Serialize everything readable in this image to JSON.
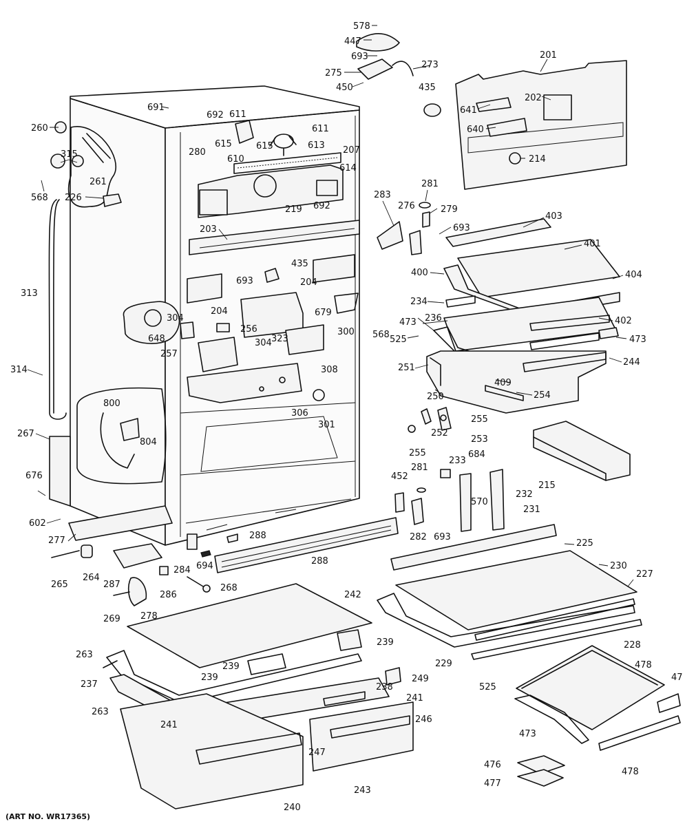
{
  "art_number": "(ART NO. WR17365)",
  "labels": {
    "l578": "578",
    "l447": "447",
    "l693a": "693",
    "l273": "273",
    "l275": "275",
    "l450": "450",
    "l435a": "435",
    "l201": "201",
    "l202": "202",
    "l641": "641",
    "l640": "640",
    "l214": "214",
    "l691": "691",
    "l692a": "692",
    "l611a": "611",
    "l611b": "611",
    "l260": "260",
    "l615a": "615",
    "l615b": "615",
    "l613": "613",
    "l207": "207",
    "l315": "315",
    "l280": "280",
    "l610": "610",
    "l614": "614",
    "l261": "261",
    "l568a": "568",
    "l226": "226",
    "l692b": "692",
    "l281a": "281",
    "l283": "283",
    "l276": "276",
    "l279": "279",
    "l219": "219",
    "l693b": "693",
    "l403": "403",
    "l203": "203",
    "l401": "401",
    "l435b": "435",
    "l400": "400",
    "l404": "404",
    "l204a": "204",
    "l693c": "693",
    "l313": "313",
    "l204b": "204",
    "l234": "234",
    "l679": "679",
    "l402": "402",
    "l304a": "304",
    "l236": "236",
    "l473a": "473",
    "l323": "323",
    "l300": "300",
    "l568b": "568",
    "l256": "256",
    "l525a": "525",
    "l473b": "473",
    "l648": "648",
    "l304b": "304",
    "l257": "257",
    "l308": "308",
    "l244": "244",
    "l314": "314",
    "l251": "251",
    "l409": "409",
    "l250": "250",
    "l254": "254",
    "l306": "306",
    "l800": "800",
    "l301": "301",
    "l255a": "255",
    "l252": "252",
    "l253": "253",
    "l267": "267",
    "l804": "804",
    "l255b": "255",
    "l233": "233",
    "l684": "684",
    "l215": "215",
    "l281b": "281",
    "l676": "676",
    "l452": "452",
    "l570": "570",
    "l232": "232",
    "l231": "231",
    "l602": "602",
    "l282": "282",
    "l693d": "693",
    "l277": "277",
    "l288a": "288",
    "l225": "225",
    "l230": "230",
    "l264": "264",
    "l694": "694",
    "l284": "284",
    "l288b": "288",
    "l227": "227",
    "l265": "265",
    "l287": "287",
    "l286": "286",
    "l268": "268",
    "l242": "242",
    "l269": "269",
    "l278": "278",
    "l239a": "239",
    "l228": "228",
    "l229": "229",
    "l263a": "263",
    "l239b": "239",
    "l239c": "239",
    "l478a": "478",
    "l249": "249",
    "l47": "47",
    "l237": "237",
    "l238": "238",
    "l263b": "263",
    "l525b": "525",
    "l241a": "241",
    "l241b": "241",
    "l246": "246",
    "l247": "247",
    "l473c": "473",
    "l478b": "478",
    "l476": "476",
    "l477": "477",
    "l243": "243",
    "l240": "240"
  }
}
